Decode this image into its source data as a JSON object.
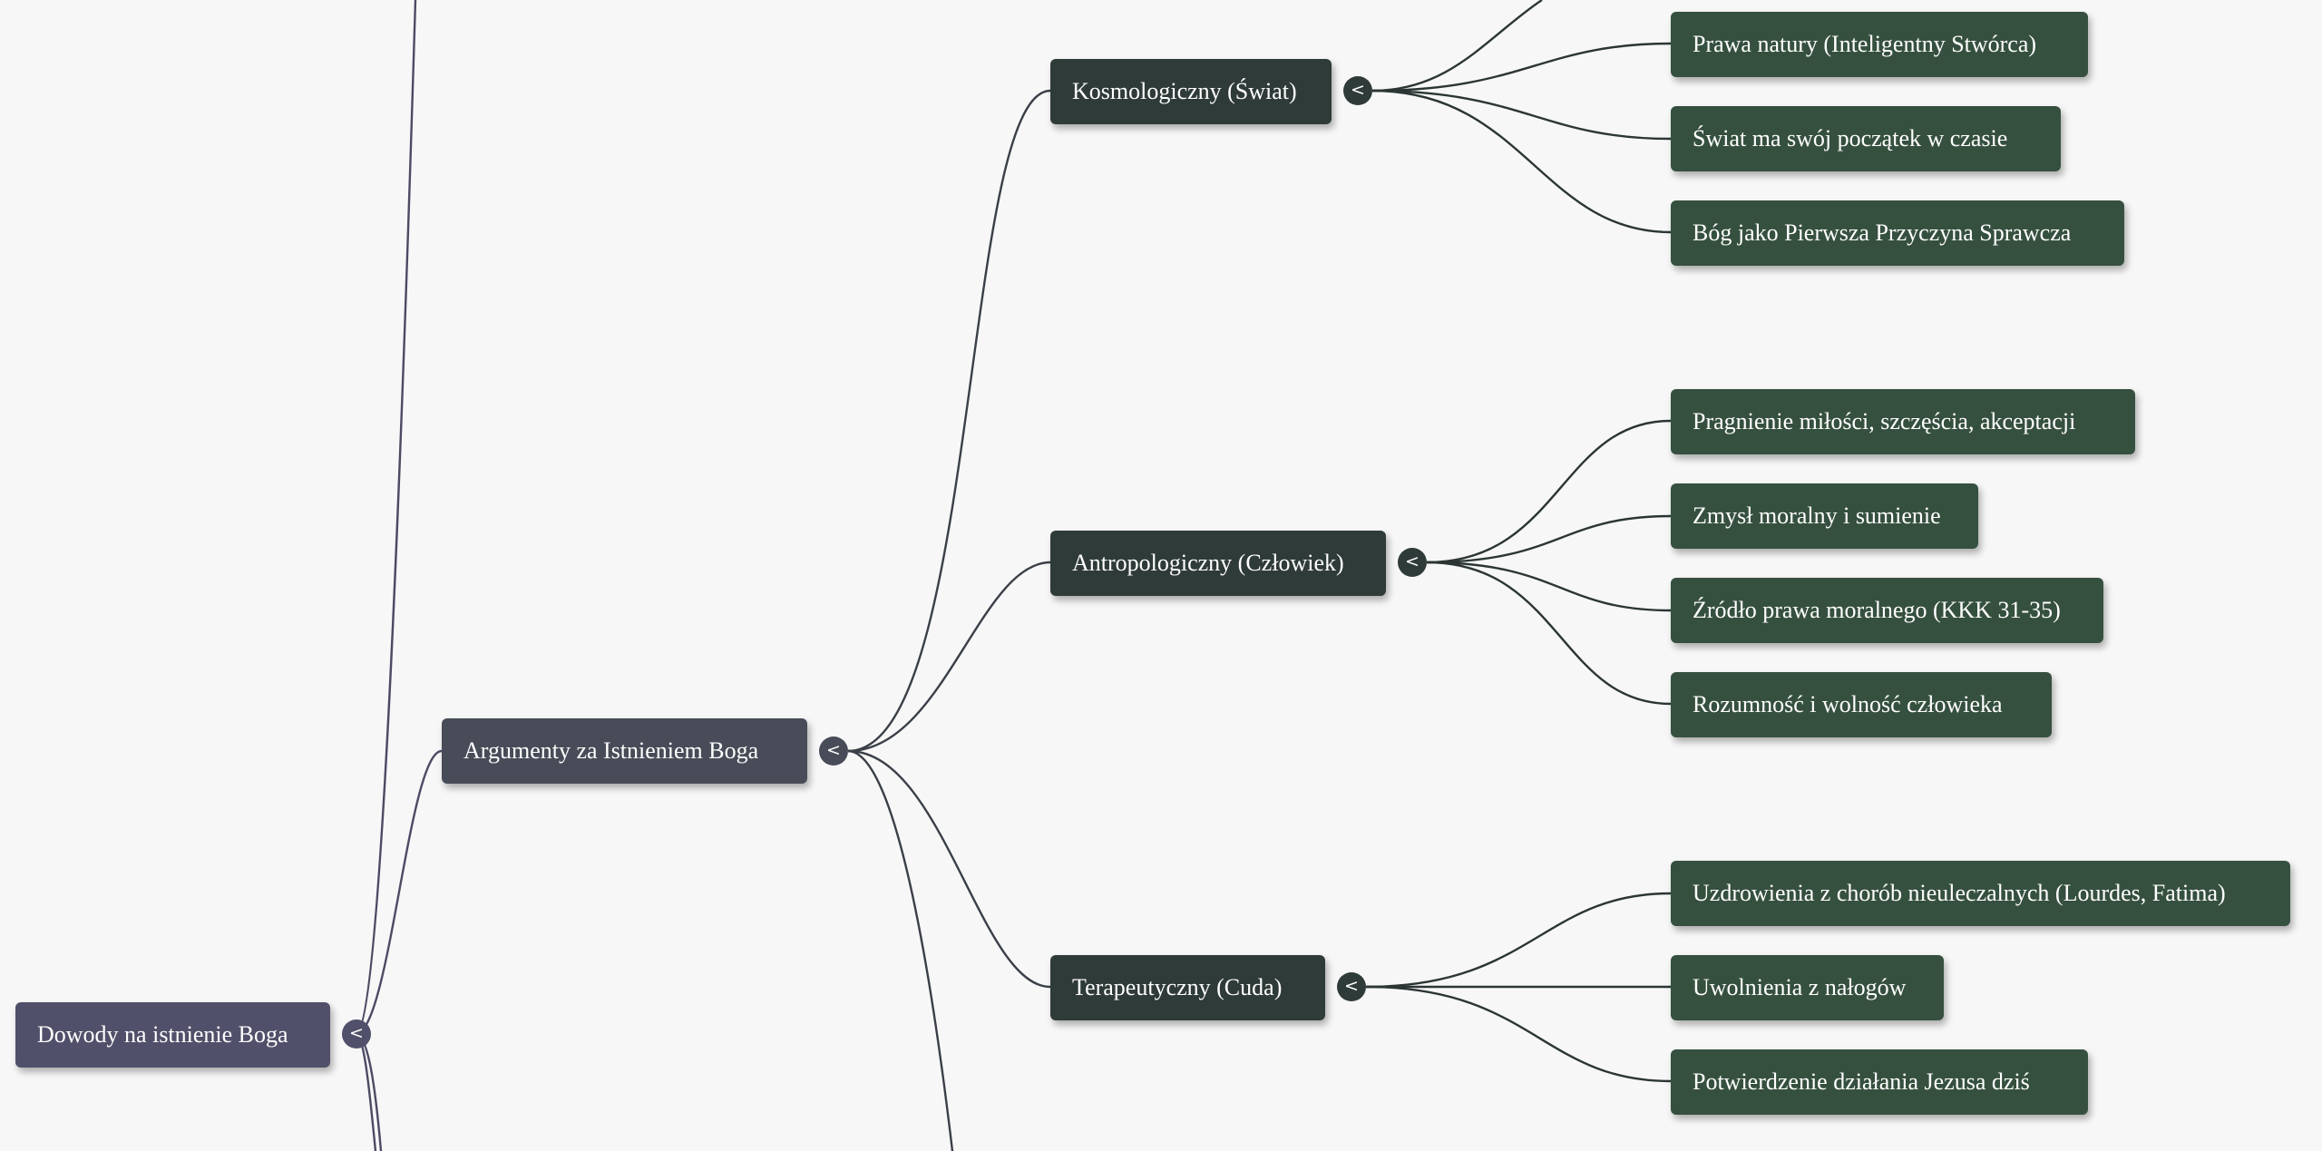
{
  "root": {
    "label": "Dowody na istnienie Boga",
    "toggle": "<"
  },
  "argumenty": {
    "label": "Argumenty za Istnieniem Boga",
    "toggle": "<"
  },
  "kosmologiczny": {
    "label": "Kosmologiczny (Świat)",
    "toggle": "<",
    "children": [
      "Prawa natury (Inteligentny Stwórca)",
      "Świat ma swój początek w czasie",
      "Bóg jako Pierwsza Przyczyna Sprawcza"
    ]
  },
  "antropologiczny": {
    "label": "Antropologiczny (Człowiek)",
    "toggle": "<",
    "children": [
      "Pragnienie miłości, szczęścia, akceptacji",
      "Zmysł moralny i sumienie",
      "Źródło prawa moralnego (KKK 31-35)",
      "Rozumność i wolność człowieka"
    ]
  },
  "terapeutyczny": {
    "label": "Terapeutyczny (Cuda)",
    "toggle": "<",
    "children": [
      "Uzdrowienia z chorób nieuleczalnych (Lourdes, Fatima)",
      "Uwolnienia z nałogów",
      "Potwierdzenie działania Jezusa dziś"
    ]
  },
  "colors": {
    "background": "#f7f7f7",
    "root_node": "#50506a",
    "branch_node": "#474c58",
    "sub_branch_node": "#2f3b39",
    "leaf_node": "#36503f",
    "root_edge": "#4c4b64",
    "branch_edge": "#3a3f48",
    "leaf_edge": "#2b3634"
  }
}
